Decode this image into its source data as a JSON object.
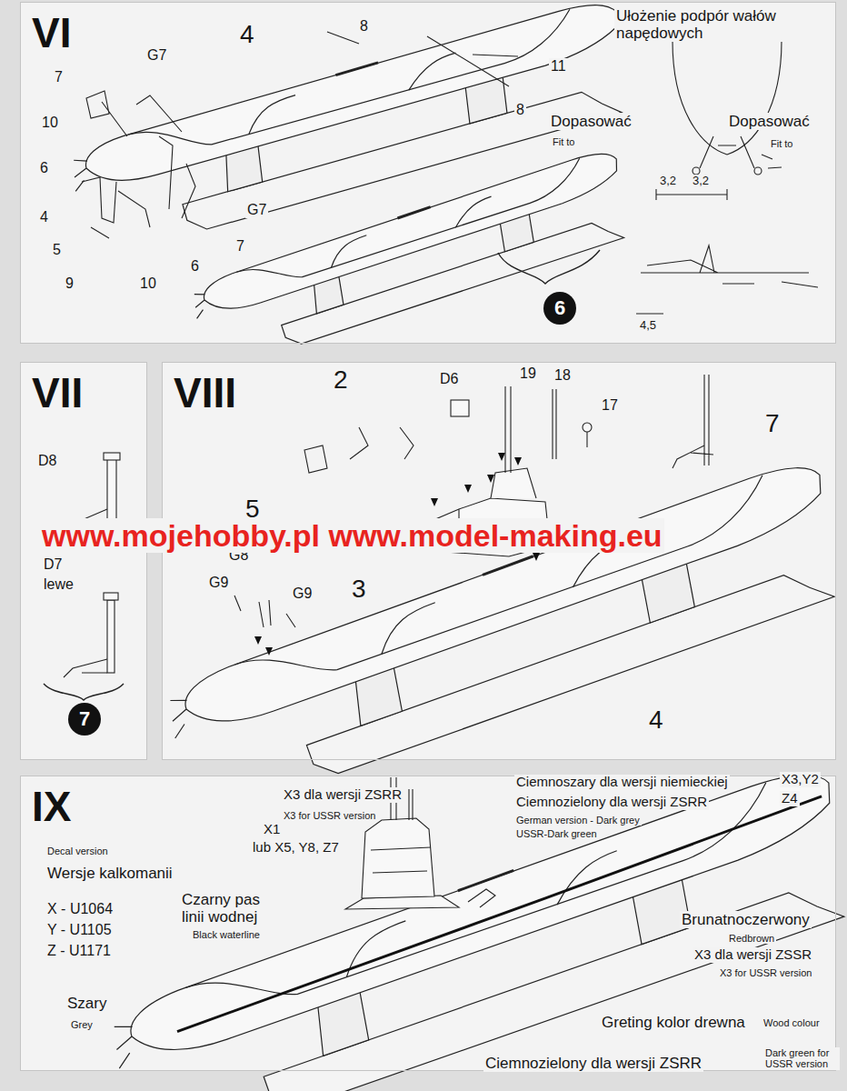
{
  "diagram": {
    "nodes": [
      {
        "text": [
          "VI"
        ]
      },
      {
        "text": [
          "VII"
        ]
      },
      {
        "text": [
          "VIII"
        ]
      },
      {
        "text": [
          "IX"
        ]
      },
      {
        "text": [
          "6"
        ],
        "in": 0
      },
      {
        "text": [
          "7"
        ],
        "in": 1
      }
    ],
    "labels": [
      "4",
      "8",
      "11",
      "8",
      "7",
      "G7",
      "10",
      "6",
      "4",
      "5",
      "9",
      "10",
      "G7",
      "7",
      "6",
      "Ułożenie podpór wałów napędowych",
      "Dopasować",
      "Fit to",
      "Dopasować",
      "Fit to",
      "3,2",
      "3,2",
      "4,5",
      "D8",
      "D7",
      "lewe",
      "2",
      "D6",
      "19",
      "18",
      "17",
      "7",
      "5",
      "G8",
      "G9",
      "G9",
      "3",
      "4",
      "www.mojehobby.pl www.model-making.eu",
      "Decal version",
      "Wersje kalkomanii",
      "X - U1064",
      "Y - U1105",
      "Z - U1171",
      "Szary",
      "Grey",
      "X3 dla wersji ZSRR",
      "X3 for USSR version",
      "X1",
      "lub X5, Y8, Z7",
      "Czarny pas linii wodnej",
      "Black waterline",
      "Ciemnoszary dla wersji niemieckiej",
      "Ciemnozielony dla wersji ZSRR",
      "German version - Dark grey",
      "USSR-Dark green",
      "X3,Y2",
      "Z4",
      "Brunatnoczerwony",
      "Redbrown",
      "X3 dla wersji ZSSR",
      "X3 for USSR version",
      "Greting kolor drewna",
      "Wood colour",
      "Ciemnozielony dla wersji ZSRR",
      "Dark green for USSR version"
    ]
  }
}
